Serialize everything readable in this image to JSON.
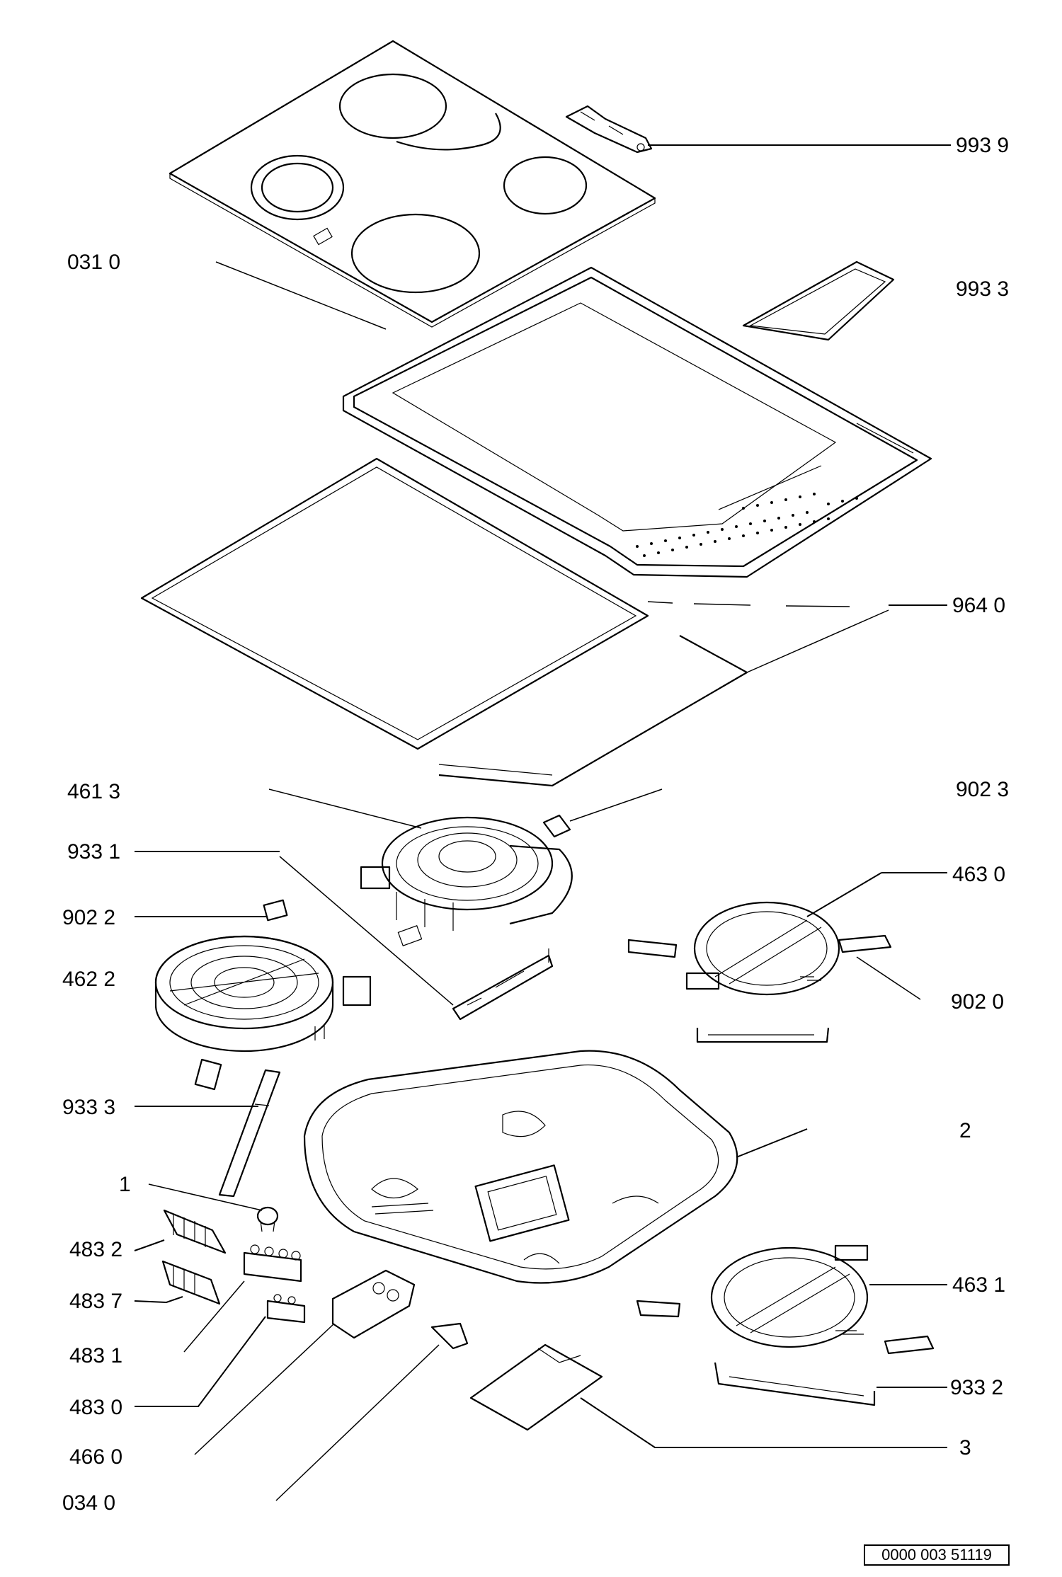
{
  "labels": {
    "l_9939": "993 9",
    "l_0310": "031 0",
    "l_9933": "993 3",
    "l_9640": "964 0",
    "l_4613": "461 3",
    "l_9023": "902 3",
    "l_9331": "933 1",
    "l_4630": "463 0",
    "l_9022": "902 2",
    "l_4622": "462 2",
    "l_9020": "902 0",
    "l_9333": "933 3",
    "l_2": "2",
    "l_1": "1",
    "l_4832": "483 2",
    "l_4631": "463 1",
    "l_4837": "483 7",
    "l_4831": "483 1",
    "l_9332": "933 2",
    "l_4830": "483 0",
    "l_3": "3",
    "l_4660": "466 0",
    "l_0340": "034 0"
  },
  "reference_code": "0000 003 51119"
}
